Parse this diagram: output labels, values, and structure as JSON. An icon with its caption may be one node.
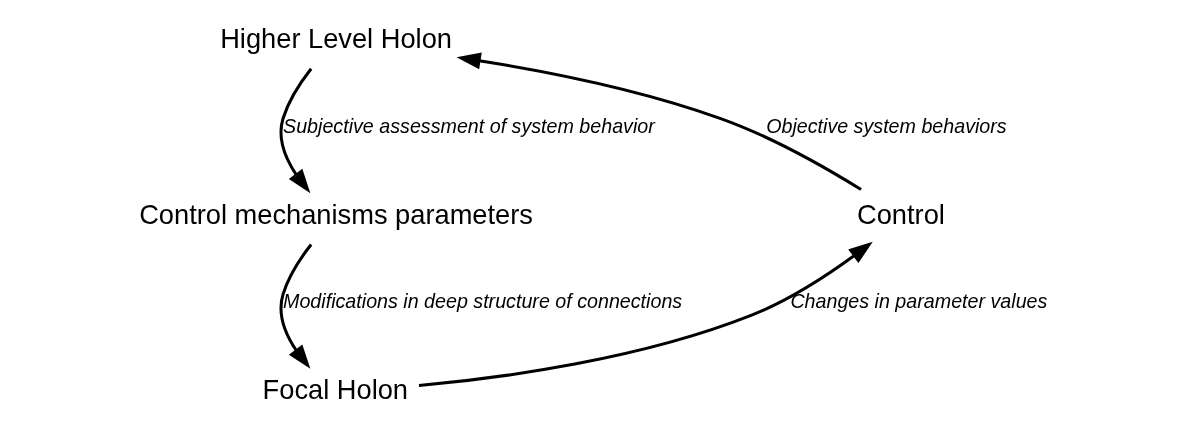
{
  "diagram": {
    "nodes": [
      {
        "text": [
          "Higher Level Holon"
        ]
      },
      {
        "text": [
          "Control mechanisms parameters"
        ]
      },
      {
        "text": [
          "Focal Holon"
        ]
      },
      {
        "text": [
          "Control"
        ]
      }
    ],
    "edges": [
      {
        "from": 0,
        "to": 1,
        "arrow": "to",
        "label": "Subjective assessment of system behavior"
      },
      {
        "from": 1,
        "to": 2,
        "arrow": "to",
        "label": "Modifications in deep structure of connections"
      },
      {
        "from": 2,
        "to": 3,
        "arrow": "to",
        "label": "Changes in parameter values"
      },
      {
        "from": 3,
        "to": 0,
        "arrow": "to",
        "label": "Objective system behaviors"
      }
    ]
  }
}
